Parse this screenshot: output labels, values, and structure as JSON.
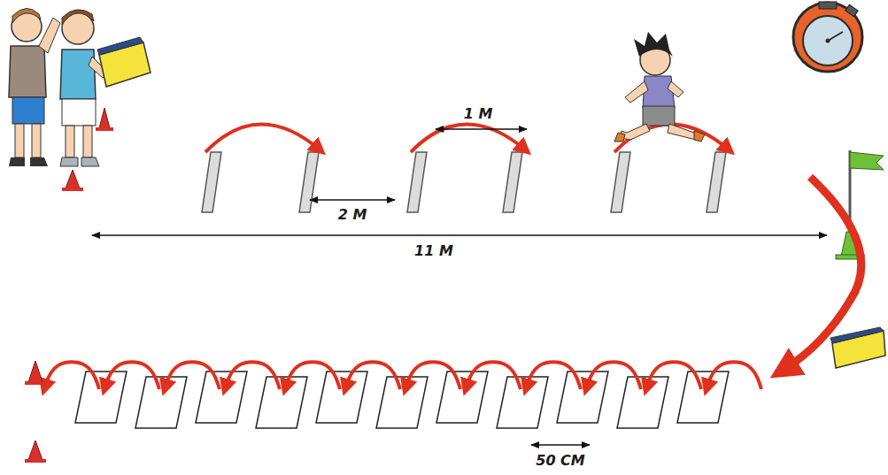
{
  "diagram": {
    "labels": [
      "1 M",
      "2 M",
      "11 M",
      "50 CM"
    ]
  }
}
